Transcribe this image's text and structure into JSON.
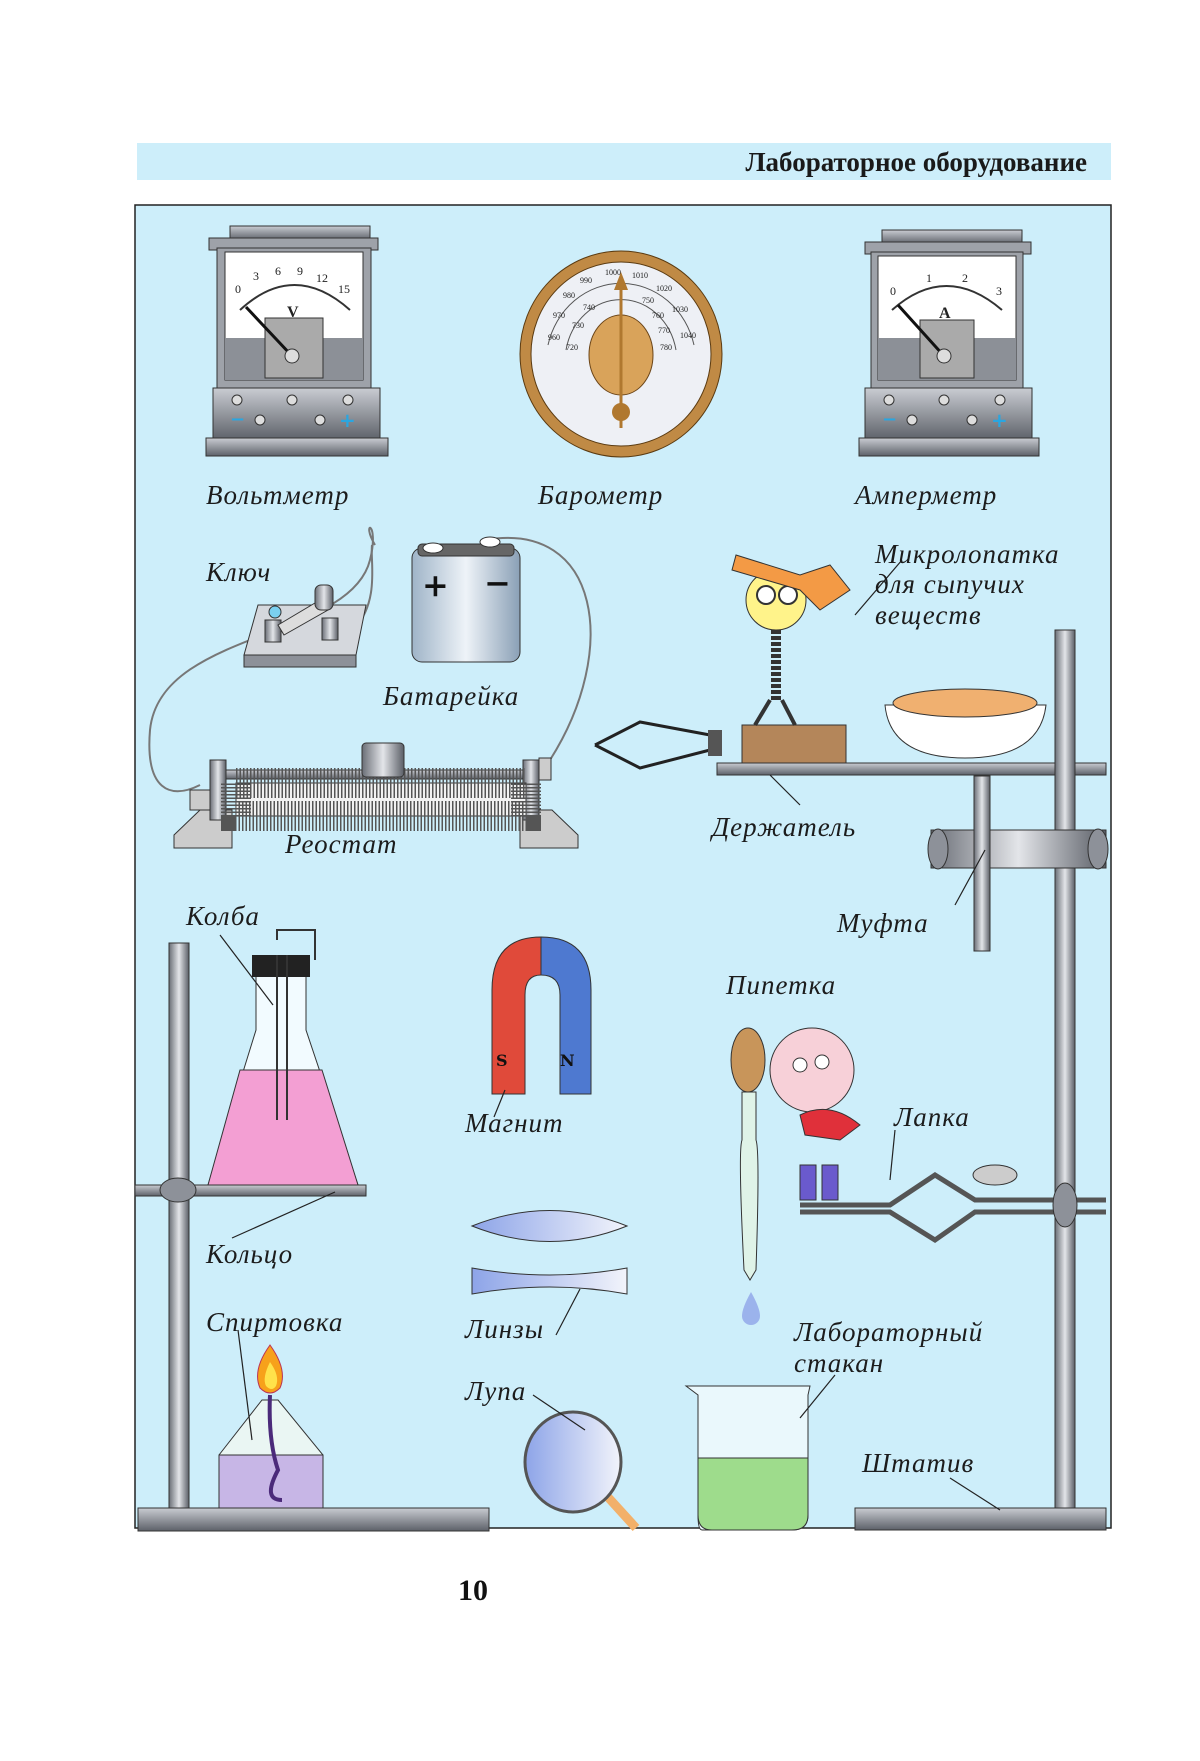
{
  "header": {
    "title": "Лабораторное оборудование"
  },
  "colors": {
    "panel_bg": "#cdeefa",
    "header_bg": "#cdeefa",
    "metal": "#8d9199",
    "liquid_pink": "#f39fd3",
    "liquid_green": "#9edc8c",
    "liquid_purple": "#c7b6e6",
    "barometer_ring": "#c08a45",
    "magnet_red": "#e04a3a",
    "magnet_blue": "#4e79d0"
  },
  "labels": {
    "voltmeter": "Вольтметр",
    "barometer": "Барометр",
    "ammeter": "Амперметр",
    "key": "Ключ",
    "battery": "Батарейка",
    "micro_spatula": [
      "Микролопатка",
      "для сыпучих",
      "веществ"
    ],
    "holder": "Держатель",
    "rheostat": "Реостат",
    "coupling": "Муфта",
    "flask": "Колба",
    "pipette": "Пипетка",
    "magnet": "Магнит",
    "clamp": "Лапка",
    "ring": "Кольцо",
    "spirit_lamp": "Спиртовка",
    "lenses": "Линзы",
    "beaker": [
      "Лабораторный",
      "стакан"
    ],
    "magnifier": "Лупа",
    "stand": "Штатив"
  },
  "voltmeter": {
    "scale": [
      "0",
      "3",
      "6",
      "9",
      "12",
      "15"
    ],
    "unit": "V",
    "minus": "−",
    "plus": "+"
  },
  "ammeter": {
    "scale": [
      "0",
      "1",
      "2",
      "3"
    ],
    "unit": "A",
    "minus": "−",
    "plus": "+"
  },
  "barometer": {
    "outer_scale": [
      "960",
      "970",
      "980",
      "990",
      "1000",
      "1010",
      "1020",
      "1030",
      "1040"
    ],
    "inner_scale": [
      "720",
      "730",
      "740",
      "750",
      "760",
      "770",
      "780"
    ]
  },
  "battery": {
    "plus": "+",
    "minus": "−"
  },
  "magnet": {
    "south": "S",
    "north": "N"
  },
  "page_number": "10"
}
